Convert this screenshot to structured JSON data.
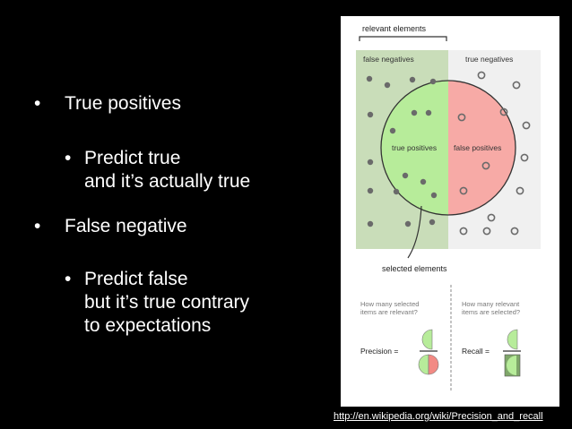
{
  "slide": {
    "bullets": [
      {
        "text": "True positives",
        "sub": [
          "Predict true",
          "and it’s actually true"
        ]
      },
      {
        "text": "False negative",
        "sub": [
          "Predict false",
          "but it’s true contrary",
          "to expectations"
        ]
      }
    ],
    "bullet_glyph": "•"
  },
  "diagram": {
    "relevant_elements": "relevant elements",
    "false_negatives": "false negatives",
    "true_negatives": "true negatives",
    "true_positives": "true positives",
    "false_positives": "false positives",
    "selected_elements": "selected elements",
    "q_precision_1": "How many selected",
    "q_precision_2": "items are relevant?",
    "q_recall_1": "How many relevant",
    "q_recall_2": "items are selected?",
    "precision_label": "Precision =",
    "recall_label": "Recall =",
    "colors": {
      "green": "#c9ddb9",
      "light_green": "#b7ec9a",
      "red": "#f7aaa6",
      "grey": "#f0f0f0",
      "dot": "#6a6a6a"
    }
  },
  "source_link": "http://en.wikipedia.org/wiki/Precision_and_recall"
}
